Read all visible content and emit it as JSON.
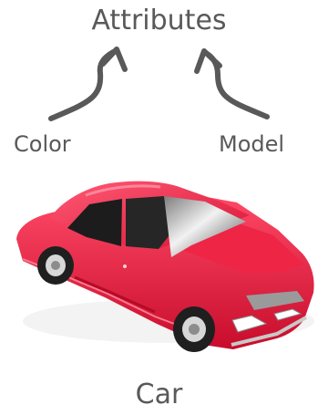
{
  "diagram": {
    "parent_label": "Attributes",
    "left_attribute": "Color",
    "right_attribute": "Model",
    "object_label": "Car"
  },
  "icons": {
    "left_arrow": "curved-arrow-up-icon",
    "right_arrow": "curved-arrow-up-icon",
    "illustration": "red-car-icon"
  },
  "colors": {
    "text": "#595959",
    "arrow": "#595959",
    "car_body": "#e8163c"
  }
}
